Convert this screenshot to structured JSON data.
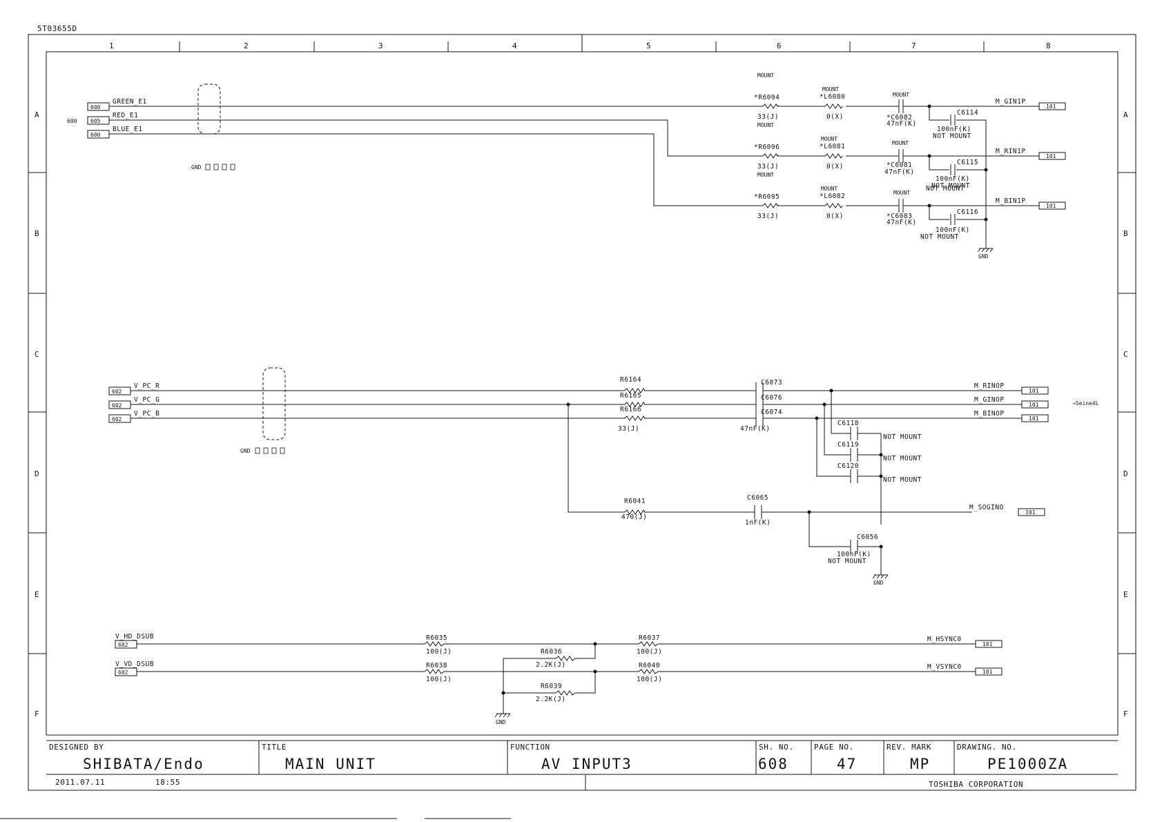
{
  "doc_code": "5T03655D",
  "grid": {
    "cols": [
      "1",
      "2",
      "3",
      "4",
      "5",
      "6",
      "7",
      "8"
    ],
    "rows": [
      "A",
      "B",
      "C",
      "D",
      "E",
      "F"
    ]
  },
  "section1": {
    "conns": [
      {
        "ref": "600",
        "net": "GREEN_E1"
      },
      {
        "ref": "605",
        "net": "RED_E1",
        "side": "600"
      },
      {
        "ref": "600",
        "net": "BLUE_E1"
      }
    ],
    "gnd_label": "GND",
    "channels": [
      {
        "r_top": "MOUNT",
        "r_ref": "*R6094",
        "r_val": "33(J)",
        "r_bot": "MOUNT",
        "l_top": "MOUNT",
        "l_ref": "*L6080",
        "l_val": "0(X)",
        "c_top": "MOUNT",
        "c_ref": "*C6082",
        "c_val": "47nF(K)",
        "c2_ref": "C6114",
        "c2_val": "100nF(K)",
        "c2_note": "NOT MOUNT",
        "out": "M_GIN1P",
        "out_ref": "101"
      },
      {
        "r_top": "",
        "r_ref": "*R6096",
        "r_val": "33(J)",
        "r_bot": "MOUNT",
        "l_top": "MOUNT",
        "l_ref": "*L6081",
        "l_val": "0(X)",
        "c_top": "MOUNT",
        "c_ref": "*C6081",
        "c_val": "47nF(K)",
        "c2_ref": "C6115",
        "c2_val": "100nF(K)",
        "c2_note": "NOT MOUNT",
        "out": "M_RIN1P",
        "out_ref": "101"
      },
      {
        "r_top": "",
        "r_ref": "*R6095",
        "r_val": "33(J)",
        "r_bot": "",
        "l_top": "MOUNT",
        "l_ref": "*L6082",
        "l_val": "0(X)",
        "c_top": "MOUNT",
        "c_ref": "*C6083",
        "c_val": "47nF(K)",
        "c2_ref": "C6116",
        "c2_val": "100nF(K)",
        "c2_note": "NOT MOUNT",
        "out": "M_BIN1P",
        "out_ref": "101"
      }
    ],
    "gnd": "GND",
    "mount_above_c2": "NOT MOUNT"
  },
  "section2": {
    "conns": [
      {
        "ref": "602",
        "net": "V_PC_R"
      },
      {
        "ref": "602",
        "net": "V_PC_G"
      },
      {
        "ref": "602",
        "net": "V_PC_B"
      }
    ],
    "gnd_label": "GND",
    "resistors": [
      {
        "ref": "R6164"
      },
      {
        "ref": "R6165"
      },
      {
        "ref": "R6166",
        "val": "33(J)"
      }
    ],
    "caps": [
      "C6073",
      "C6076",
      "C6074"
    ],
    "cap_val": "47nF(K)",
    "outs": [
      {
        "net": "M_RINOP",
        "ref": "101"
      },
      {
        "net": "M_GINOP",
        "ref": "101"
      },
      {
        "net": "M_BINOP",
        "ref": "101"
      }
    ],
    "dest": "→Seine4L",
    "nm_caps": [
      {
        "ref": "C6118",
        "note": "NOT MOUNT"
      },
      {
        "ref": "C6119",
        "note": "NOT MOUNT"
      },
      {
        "ref": "C6120",
        "note": "NOT MOUNT"
      }
    ],
    "r_sog": {
      "ref": "R6041",
      "val": "470(J)"
    },
    "c_sog": {
      "ref": "C6065",
      "val": "1nF(K)"
    },
    "sog_out": {
      "net": "M_SOGINO",
      "ref": "101"
    },
    "c_sog2": {
      "ref": "C6056",
      "val": "100nF(K)",
      "note": "NOT MOUNT"
    },
    "gnd": "GND"
  },
  "section3": {
    "in1": {
      "net": "V_HD_DSUB",
      "ref": "602"
    },
    "in2": {
      "net": "V_VD_DSUB",
      "ref": "602"
    },
    "r1": {
      "ref": "R6035",
      "val": "100(J)"
    },
    "r2": {
      "ref": "R6036",
      "val": "2.2K(J)"
    },
    "r3": {
      "ref": "R6037",
      "val": "100(J)"
    },
    "r4": {
      "ref": "R6038",
      "val": "100(J)"
    },
    "r5": {
      "ref": "R6039",
      "val": "2.2K(J)"
    },
    "r6": {
      "ref": "R6040",
      "val": "100(J)"
    },
    "out1": {
      "net": "M_HSYNC0",
      "ref": "101"
    },
    "out2": {
      "net": "M_VSYNC0",
      "ref": "101"
    },
    "gnd": "GND"
  },
  "title_block": {
    "designed_by_label": "DESIGNED BY",
    "designed_by": "SHIBATA/Endo",
    "title_label": "TITLE",
    "title": "MAIN UNIT",
    "function_label": "FUNCTION",
    "function": "AV INPUT3",
    "sh_no_label": "SH. NO.",
    "sh_no": "608",
    "page_no_label": "PAGE NO.",
    "page_no": "47",
    "rev_label": "REV. MARK",
    "rev": "MP",
    "drawing_no_label": "DRAWING. NO.",
    "drawing_no": "PE1000ZA",
    "date": "2011.07.11",
    "time": "18:55",
    "company": "TOSHIBA CORPORATION"
  }
}
